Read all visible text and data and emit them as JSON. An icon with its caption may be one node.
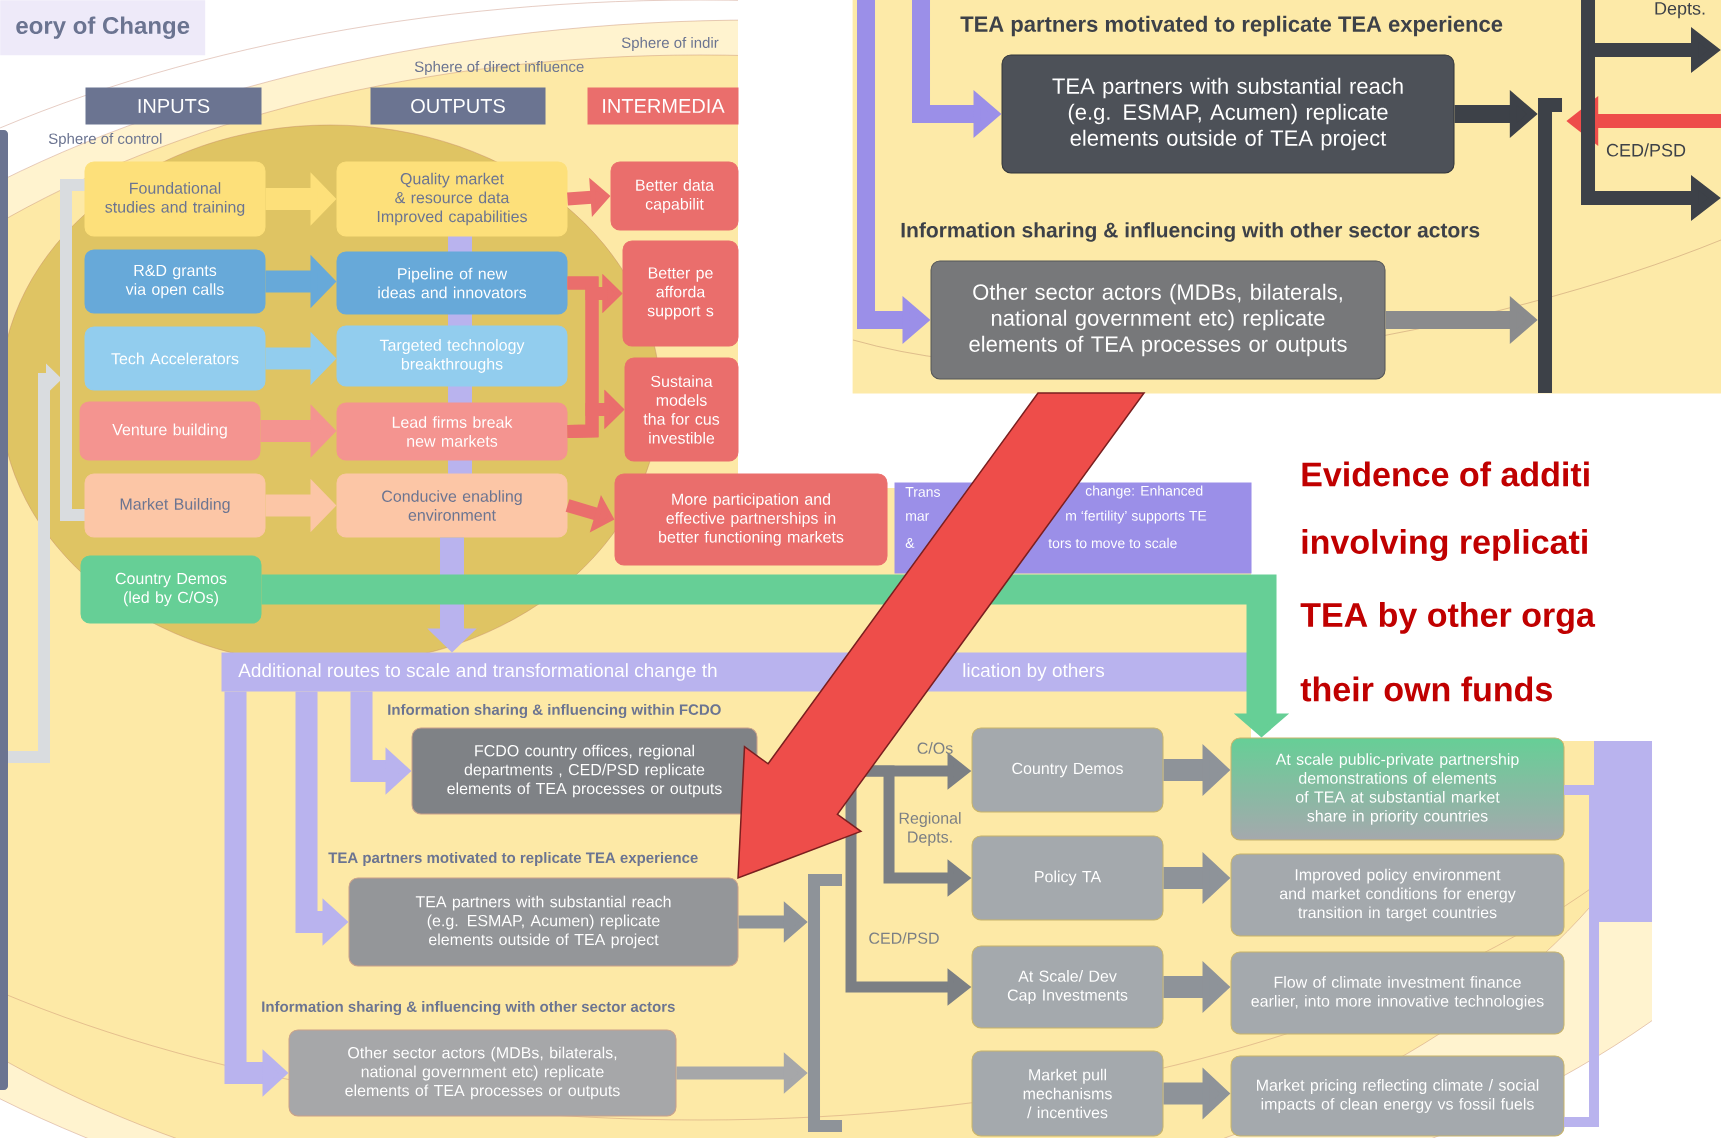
{
  "diagram": {
    "title": "eory of Change",
    "nodes": [
      {
        "text": [
          "INPUTS"
        ]
      },
      {
        "text": [
          "OUTPUTS"
        ]
      },
      {
        "text": [
          "INTERMEDIA"
        ]
      },
      {
        "text": [
          "Foundational studies and training"
        ]
      },
      {
        "text": [
          "R&D grants via open calls"
        ]
      },
      {
        "text": [
          "Tech Accelerators"
        ]
      },
      {
        "text": [
          "Venture building"
        ]
      },
      {
        "text": [
          "Market Building"
        ]
      },
      {
        "text": [
          "Quality market & resource data",
          "Improved capabilities"
        ]
      },
      {
        "text": [
          "Pipeline of new ideas and innovators"
        ]
      },
      {
        "text": [
          "Targeted technology breakthroughs"
        ]
      },
      {
        "text": [
          "Lead firms break new markets"
        ]
      },
      {
        "text": [
          "Conducive enabling environment"
        ]
      },
      {
        "text": [
          "Better data capabilit"
        ]
      },
      {
        "text": [
          "Better pe afforda support s"
        ]
      },
      {
        "text": [
          "Sustaina models tha for cus investible"
        ]
      },
      {
        "text": [
          "More participation and effective partnerships in better functioning markets"
        ]
      },
      {
        "text": [
          "Trans",
          "change: Enhanced",
          "mar",
          "m ‘fertility’ supports TE",
          "&",
          "tors to move to scale"
        ]
      },
      {
        "text": [
          "Country Demos (led by C/Os)"
        ]
      },
      {
        "text": [
          "Additional routes to scale and transformational change th",
          "lication by others"
        ]
      },
      {
        "text": [
          "FCDO country offices, regional departments , CED/PSD replicate elements of TEA processes or outputs"
        ],
        "beside": [
          "Information sharing & influencing within FCDO"
        ]
      },
      {
        "text": [
          "TEA partners with substantial reach (e.g. ESMAP, Acumen) replicate elements outside of TEA project"
        ],
        "beside": [
          "TEA partners motivated to replicate TEA experience"
        ]
      },
      {
        "text": [
          "Other sector actors (MDBs, bilaterals, national government etc) replicate elements of TEA processes or outputs"
        ],
        "beside": [
          "Information sharing & influencing with other sector actors"
        ]
      },
      {
        "text": [
          "Country Demos"
        ]
      },
      {
        "text": [
          "Policy TA"
        ]
      },
      {
        "text": [
          "At Scale/ Dev Cap Investments"
        ]
      },
      {
        "text": [
          "Market pull mechanisms / incentives"
        ]
      },
      {
        "text": [
          "At scale public-private partnership demonstrations of elements of TEA at substantial market share in priority countries"
        ]
      },
      {
        "text": [
          "Improved policy environment and market conditions for energy transition in target countries"
        ]
      },
      {
        "text": [
          "Flow of climate investment finance earlier, into more innovative technologies"
        ]
      },
      {
        "text": [
          "Market pricing reflecting climate / social impacts of clean energy vs fossil fuels"
        ]
      },
      {
        "text": [],
        "shape": "box"
      },
      {
        "text": [
          "TEA partners with substantial reach (e.g. ESMAP, Acumen) replicate elements outside of TEA project"
        ],
        "in": 31,
        "beside": [
          "TEA partners motivated to replicate TEA experience"
        ]
      },
      {
        "text": [
          "Other sector actors (MDBs, bilaterals, national government etc) replicate elements of TEA processes or outputs"
        ],
        "in": 31,
        "beside": [
          "Information sharing & influencing with other sector actors"
        ]
      },
      {
        "text": [],
        "shape": "bar"
      },
      {
        "text": [],
        "shape": "bar",
        "in": 31
      }
    ],
    "edges": [
      {
        "from": 3,
        "to": 8,
        "arrow": "to",
        "color": "#fde07a"
      },
      {
        "from": 4,
        "to": 9,
        "arrow": "to",
        "color": "#67a9d9"
      },
      {
        "from": 5,
        "to": 10,
        "arrow": "to",
        "color": "#92cdee"
      },
      {
        "from": 6,
        "to": 11,
        "arrow": "to",
        "color": "#f49490"
      },
      {
        "from": 7,
        "to": 12,
        "arrow": "to",
        "color": "#fcc6a6"
      },
      {
        "from": 8,
        "to": 13,
        "arrow": "to",
        "color": "#ea6e6c"
      },
      {
        "from": 9,
        "to": 14,
        "arrow": "to",
        "color": "#ea6e6c"
      },
      {
        "from": 9,
        "to": 15,
        "arrow": "to",
        "color": "#ea6e6c"
      },
      {
        "from": 11,
        "to": 14,
        "arrow": "to",
        "color": "#ea6e6c"
      },
      {
        "from": 11,
        "to": 15,
        "arrow": "to",
        "color": "#ea6e6c"
      },
      {
        "from": 12,
        "to": 16,
        "arrow": "to",
        "color": "#ea6e6c"
      },
      {
        "from": 12,
        "to": 19,
        "arrow": "to",
        "color": "#b9b3ee"
      },
      {
        "from": 18,
        "to": 27,
        "arrow": "to",
        "color": "#66cf96"
      },
      {
        "from": 19,
        "to": 20,
        "arrow": "to",
        "color": "#b9b3ee"
      },
      {
        "from": 19,
        "to": 21,
        "arrow": "to",
        "color": "#b9b3ee"
      },
      {
        "from": 19,
        "to": 22,
        "arrow": "to",
        "color": "#b9b3ee"
      },
      {
        "from": 20,
        "to": 23,
        "arrow": "to",
        "label": "C/Os",
        "color": "#7b7f84"
      },
      {
        "from": 20,
        "to": 24,
        "arrow": "to",
        "label": "Regional Depts.",
        "color": "#7b7f84"
      },
      {
        "from": 20,
        "to": 25,
        "arrow": "to",
        "label": "CED/PSD",
        "color": "#7b7f84"
      },
      {
        "from": 21,
        "to": 34,
        "arrow": "to",
        "color": "#8e9399"
      },
      {
        "from": 22,
        "to": 34,
        "arrow": "to",
        "color": "#a6a7a9"
      },
      {
        "from": 23,
        "to": 27,
        "arrow": "to",
        "color": "#8e9399"
      },
      {
        "from": 24,
        "to": 28,
        "arrow": "to",
        "color": "#8e9399"
      },
      {
        "from": 25,
        "to": 29,
        "arrow": "to",
        "color": "#8e9399"
      },
      {
        "from": 26,
        "to": 30,
        "arrow": "to",
        "color": "#8e9399"
      },
      {
        "from": 32,
        "to": 35,
        "arrow": "to",
        "color": "#3d4148"
      },
      {
        "from": 33,
        "to": 35,
        "arrow": "to",
        "color": "#8a8b8d"
      },
      {
        "from": null,
        "to": 32,
        "arrow": "to",
        "color": "#9b8fe8"
      },
      {
        "from": null,
        "to": 33,
        "arrow": "to",
        "color": "#9b8fe8"
      },
      {
        "from": 31,
        "to": 21,
        "arrow": "to",
        "color": "#ee4d4a"
      },
      {
        "from": 31,
        "to": 35,
        "arrow": "to",
        "color": "#ee4d4a"
      }
    ],
    "labels": [
      "Depts.",
      "Sphere of indir",
      "Sphere of direct influence",
      "CED/PSD",
      "Sphere of control",
      "Evidence of additi",
      "involving replicati",
      "TEA by other orga",
      "their own funds"
    ]
  }
}
